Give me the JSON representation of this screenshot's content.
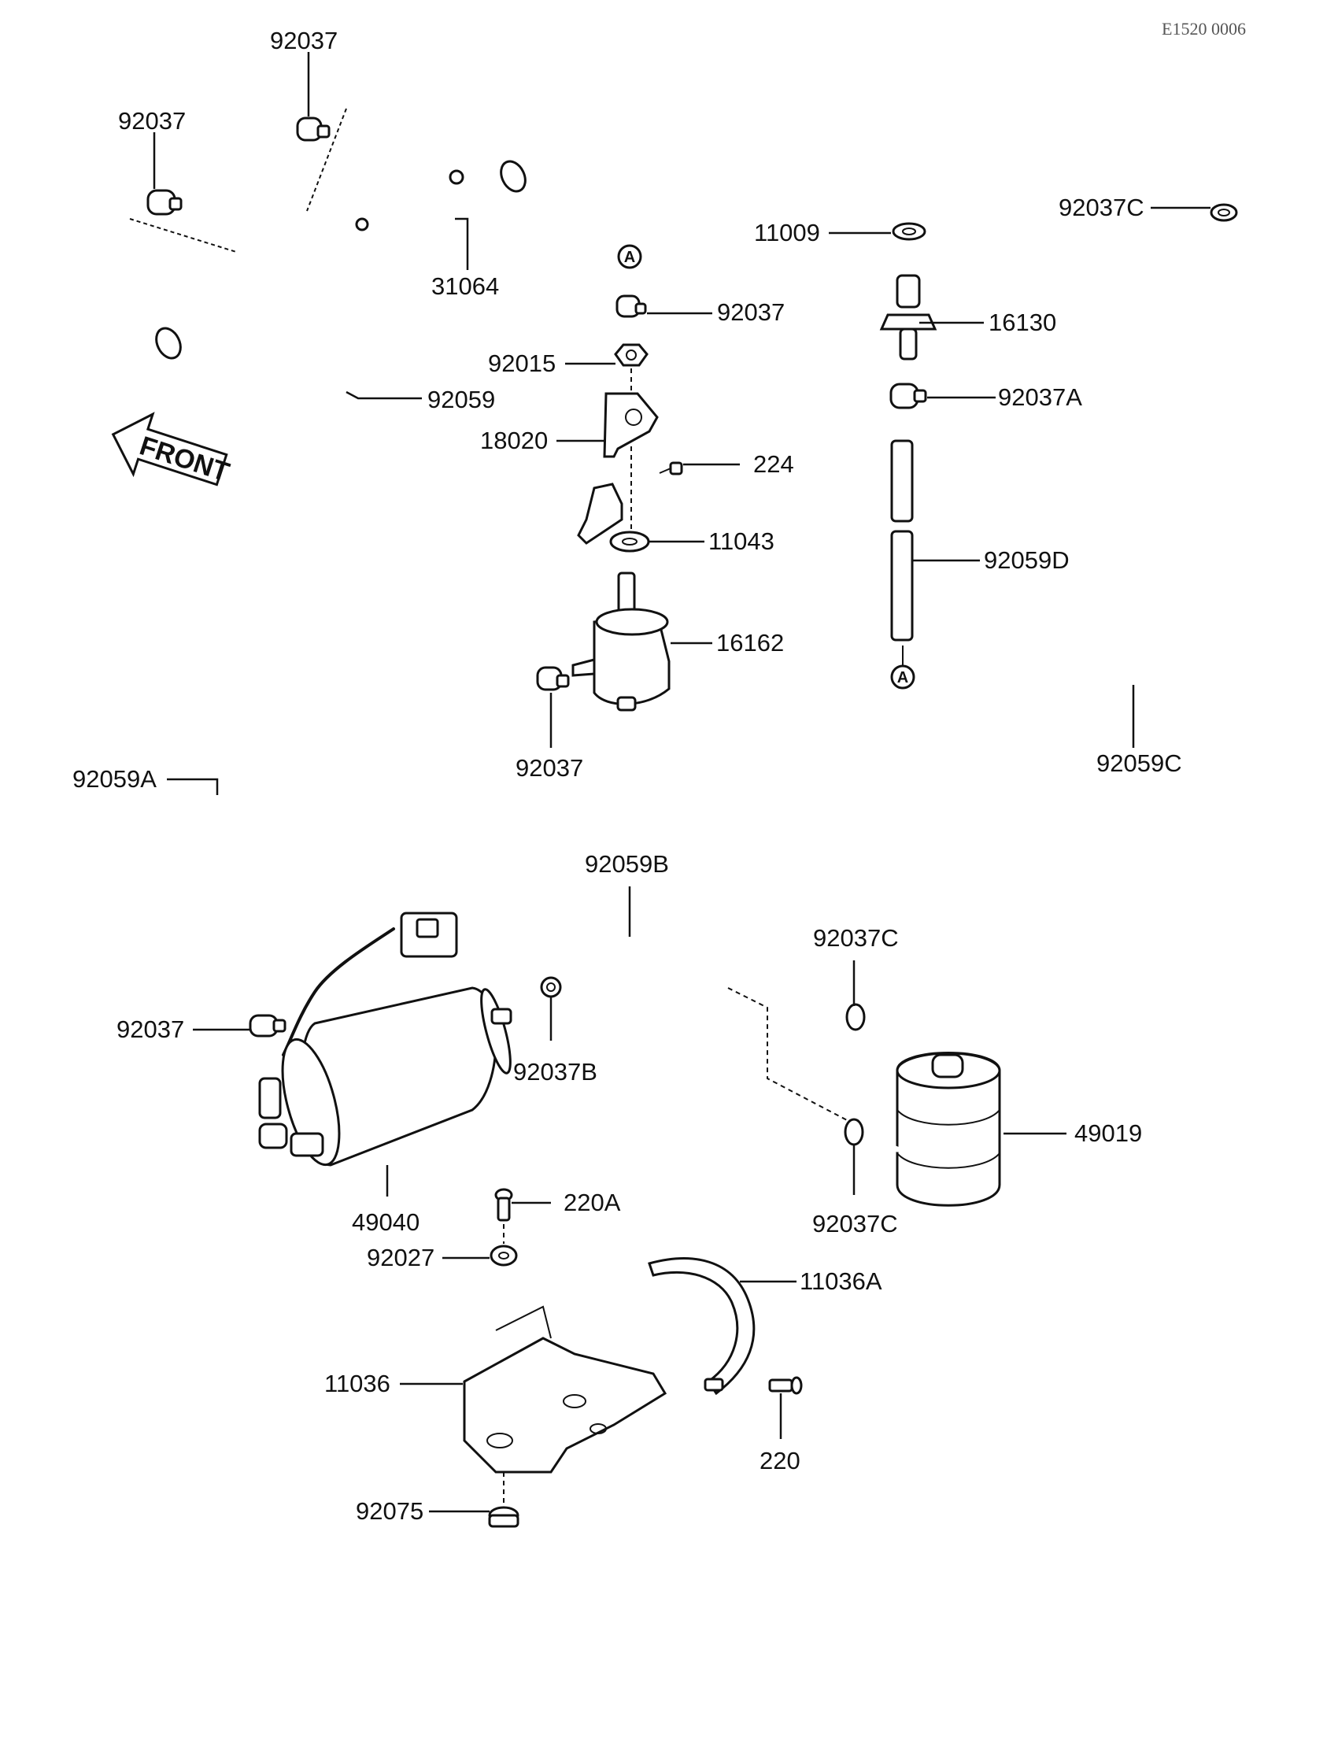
{
  "drawing_code": "E1520 0006",
  "front_label": "FRONT",
  "ref_marker": "A",
  "part_labels": {
    "p92037_top": "92037",
    "p92037_left": "92037",
    "p31064": "31064",
    "p92059": "92059",
    "p92037_reg": "92037",
    "p92015": "92015",
    "p18020": "18020",
    "p224": "224",
    "p11043": "11043",
    "p16162": "16162",
    "p92037_mid": "92037",
    "p11009": "11009",
    "p16130": "16130",
    "p92037A": "92037A",
    "p92059D": "92059D",
    "p92037C_top": "92037C",
    "p92059C": "92059C",
    "p92059A": "92059A",
    "p92059B": "92059B",
    "p92037C_upper": "92037C",
    "p92037_pump": "92037",
    "p92037B": "92037B",
    "p49040": "49040",
    "p49019": "49019",
    "p92037C_lower": "92037C",
    "p220A": "220A",
    "p92027": "92027",
    "p11036A": "11036A",
    "p11036": "11036",
    "p220": "220",
    "p92075": "92075"
  }
}
